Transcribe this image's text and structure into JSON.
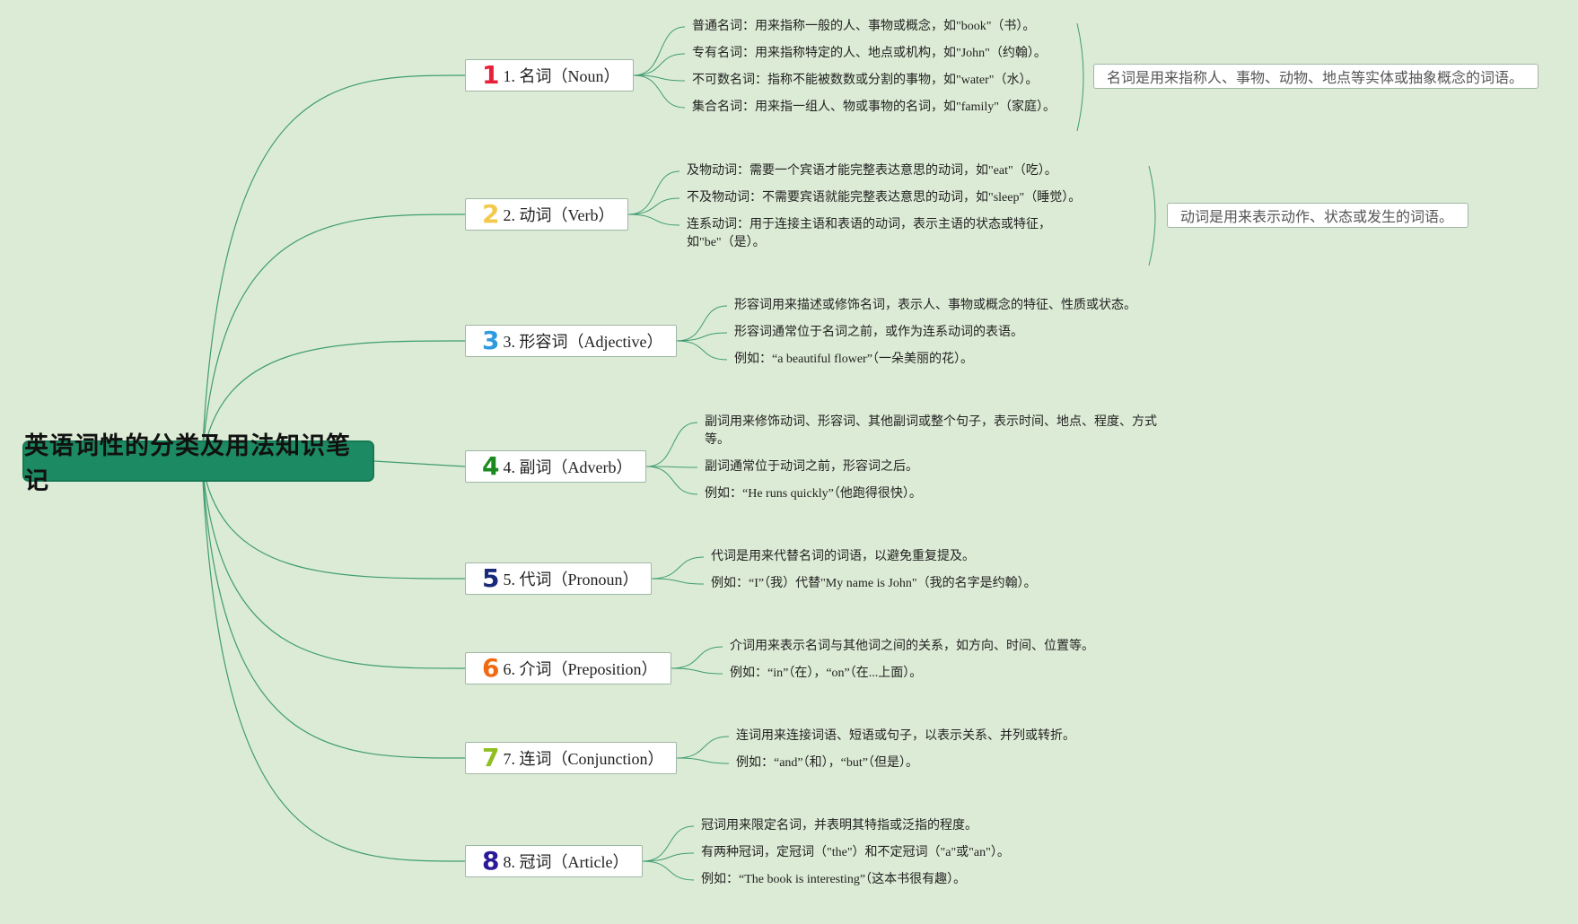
{
  "root": {
    "title": "英语词性的分类及用法知识笔记"
  },
  "colors": {
    "background": "#dcebd5",
    "root_fill": "#1c8a63",
    "connector": "#3f9c72",
    "num_colors": [
      "#e8213a",
      "#f2c94c",
      "#2d9be0",
      "#1a8a1f",
      "#1a2a7a",
      "#f06a12",
      "#8fbf20",
      "#2a1a9a"
    ]
  },
  "branches": [
    {
      "num": "1",
      "label": "1. 名词（Noun）",
      "leaves": [
        "普通名词：用来指称一般的人、事物或概念，如\"book\"（书）。",
        "专有名词：用来指称特定的人、地点或机构，如\"John\"（约翰）。",
        "不可数名词：指称不能被数数或分割的事物，如\"water\"（水）。",
        "集合名词：用来指一组人、物或事物的名词，如\"family\"（家庭）。"
      ],
      "summary": "名词是用来指称人、事物、动物、地点等实体或抽象概念的词语。"
    },
    {
      "num": "2",
      "label": "2. 动词（Verb）",
      "leaves": [
        "及物动词：需要一个宾语才能完整表达意思的动词，如\"eat\"（吃）。",
        "不及物动词：不需要宾语就能完整表达意思的动词，如\"sleep\"（睡觉）。",
        "连系动词：用于连接主语和表语的动词，表示主语的状态或特征，如\"be\"（是）。"
      ],
      "summary": "动词是用来表示动作、状态或发生的词语。"
    },
    {
      "num": "3",
      "label": "3. 形容词（Adjective）",
      "leaves": [
        "形容词用来描述或修饰名词，表示人、事物或概念的特征、性质或状态。",
        "形容词通常位于名词之前，或作为连系动词的表语。",
        "例如：“a beautiful flower”（一朵美丽的花）。"
      ]
    },
    {
      "num": "4",
      "label": "4. 副词（Adverb）",
      "leaves": [
        "副词用来修饰动词、形容词、其他副词或整个句子，表示时间、地点、程度、方式等。",
        "副词通常位于动词之前，形容词之后。",
        "例如：“He runs quickly”（他跑得很快）。"
      ]
    },
    {
      "num": "5",
      "label": "5. 代词（Pronoun）",
      "leaves": [
        "代词是用来代替名词的词语，以避免重复提及。",
        "例如：“I”（我）代替\"My name is John\"（我的名字是约翰）。"
      ]
    },
    {
      "num": "6",
      "label": "6. 介词（Preposition）",
      "leaves": [
        "介词用来表示名词与其他词之间的关系，如方向、时间、位置等。",
        "例如：“in”（在），“on”（在...上面）。"
      ]
    },
    {
      "num": "7",
      "label": "7. 连词（Conjunction）",
      "leaves": [
        "连词用来连接词语、短语或句子，以表示关系、并列或转折。",
        "例如：“and”（和），“but”（但是）。"
      ]
    },
    {
      "num": "8",
      "label": "8. 冠词（Article）",
      "leaves": [
        "冠词用来限定名词，并表明其特指或泛指的程度。",
        "有两种冠词，定冠词（\"the\"）和不定冠词（\"a\"或\"an\"）。",
        "例如：“The book is interesting”（这本书很有趣）。"
      ]
    }
  ]
}
